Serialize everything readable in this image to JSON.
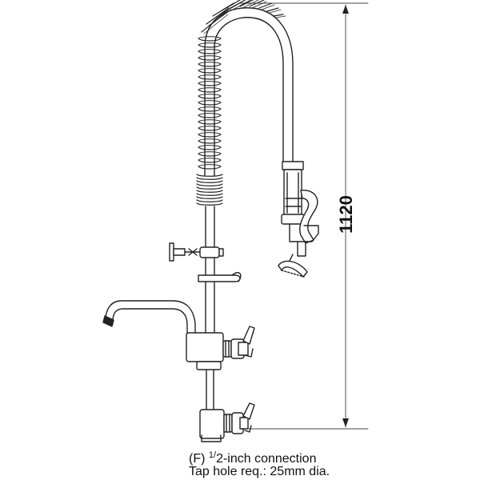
{
  "dimension": {
    "height_label": "1120"
  },
  "captions": {
    "line1_prefix": "(F) ",
    "line1_fraction": "1/",
    "line1_rest": "2-inch connection",
    "line2": "Tap hole req.: 25mm dia."
  }
}
